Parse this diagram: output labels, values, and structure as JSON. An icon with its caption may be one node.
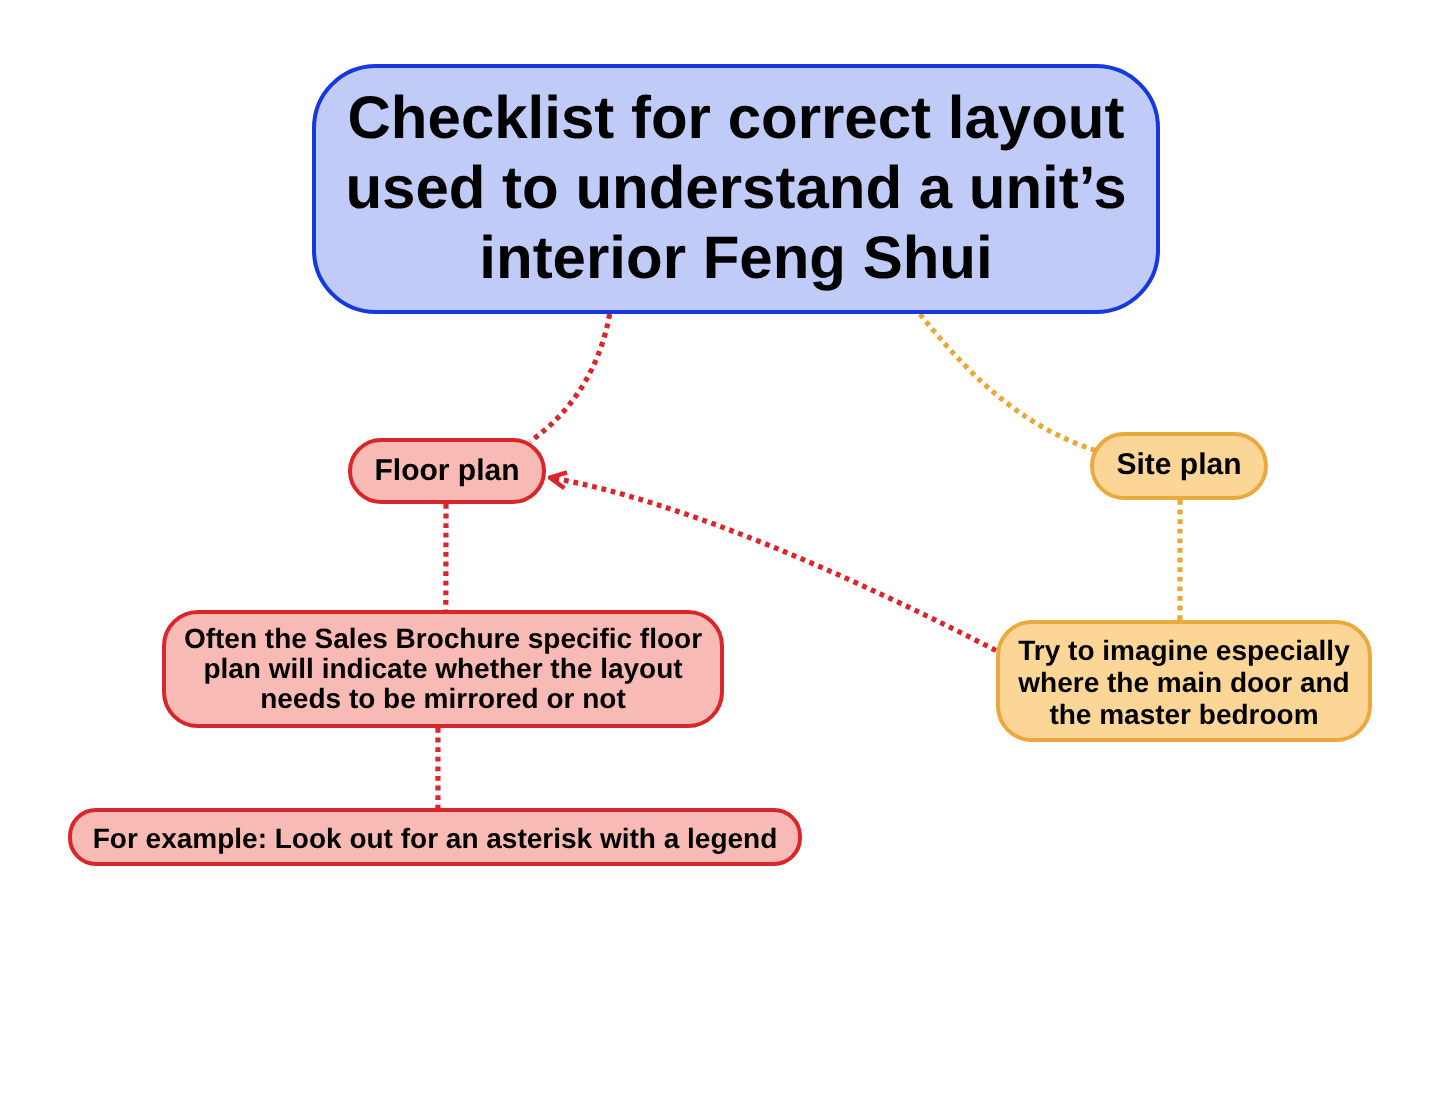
{
  "diagram": {
    "nodes": [
      {
        "text": [
          "Checklist for correct layout used to understand a unit’s interior Feng Shui"
        ]
      },
      {
        "text": [
          "Floor plan"
        ]
      },
      {
        "text": [
          "Site plan"
        ]
      },
      {
        "text": [
          "Often the Sales Brochure specific floor plan will indicate whether the layout needs to be mirrored or not"
        ]
      },
      {
        "text": [
          "Try to imagine especially where the main door and the master bedroom"
        ]
      },
      {
        "text": [
          "For example: Look out for an asterisk with a legend"
        ]
      }
    ],
    "edges": [
      {
        "from": 0,
        "to": 1,
        "arrow": "none",
        "style": "dashed"
      },
      {
        "from": 0,
        "to": 2,
        "arrow": "none",
        "style": "dashed",
        "color": "#e8a838"
      },
      {
        "from": 1,
        "to": 3,
        "arrow": "none",
        "style": "dashed"
      },
      {
        "from": 2,
        "to": 4,
        "arrow": "none",
        "style": "dashed",
        "color": "#e8a838"
      },
      {
        "from": 3,
        "to": 5,
        "arrow": "none",
        "style": "dashed"
      },
      {
        "from": 4,
        "to": 1,
        "arrow": "to",
        "style": "dashed"
      }
    ]
  }
}
